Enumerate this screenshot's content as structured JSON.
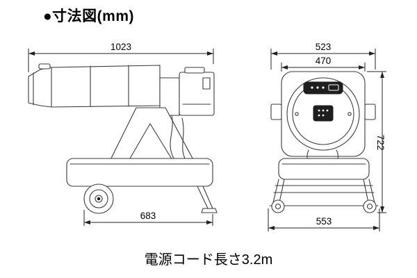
{
  "page": {
    "title": "●寸法図(mm)",
    "footer": "電源コード長さ3.2m"
  },
  "dimensions": {
    "side_view": {
      "overall_length": "1023",
      "base_length": "683"
    },
    "front_view": {
      "overall_width": "523",
      "body_width": "470",
      "overall_height": "722",
      "base_width": "553"
    }
  },
  "colors": {
    "background": "#ffffff",
    "line": "#3a3a3a",
    "dimension": "#222222",
    "panel_dark": "#1e1e1e",
    "text": "#000000"
  }
}
